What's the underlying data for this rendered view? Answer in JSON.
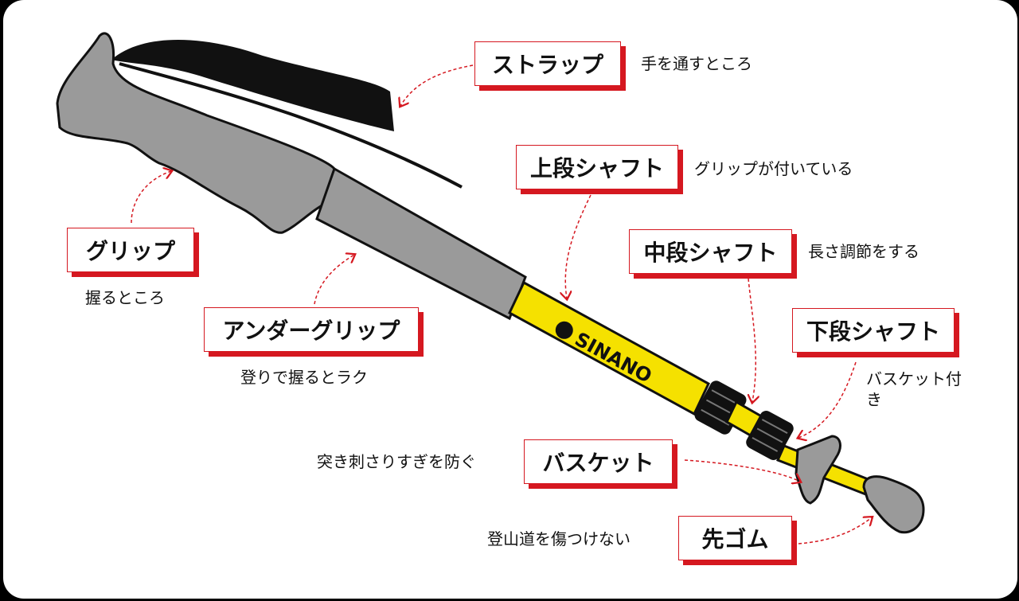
{
  "brand": "SINANO",
  "colors": {
    "accent": "#d51820",
    "shaft": "#f5e100",
    "grip": "#9a9a9a"
  },
  "parts": [
    {
      "id": "strap",
      "label": "ストラップ",
      "desc": "手を通すところ"
    },
    {
      "id": "upper-shaft",
      "label": "上段シャフト",
      "desc": "グリップが付いている"
    },
    {
      "id": "middle-shaft",
      "label": "中段シャフト",
      "desc": "長さ調節をする"
    },
    {
      "id": "lower-shaft",
      "label": "下段シャフト",
      "desc": "バスケット付き"
    },
    {
      "id": "grip",
      "label": "グリップ",
      "desc": "握るところ"
    },
    {
      "id": "under-grip",
      "label": "アンダーグリップ",
      "desc": "登りで握るとラク"
    },
    {
      "id": "basket",
      "label": "バスケット",
      "desc": "突き刺さりすぎを防ぐ"
    },
    {
      "id": "tip-rubber",
      "label": "先ゴム",
      "desc": "登山道を傷つけない"
    }
  ]
}
